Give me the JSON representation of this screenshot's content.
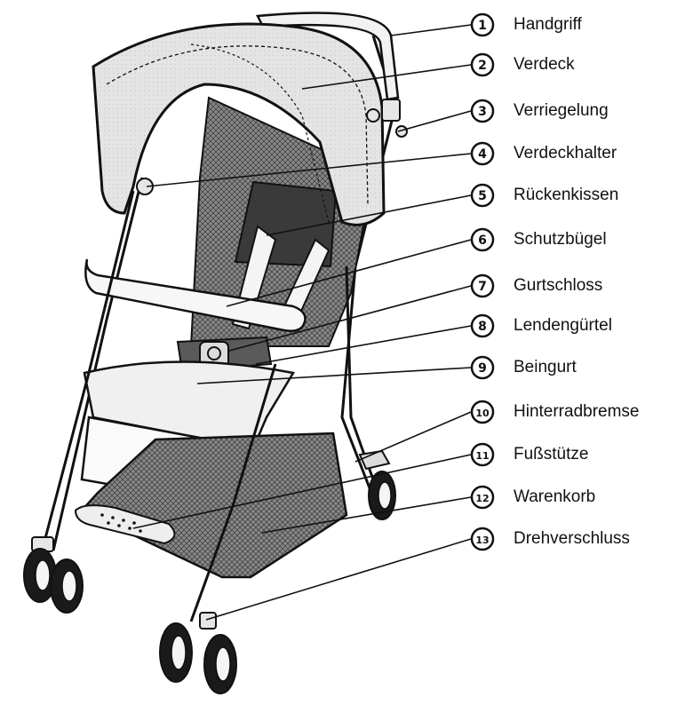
{
  "diagram": {
    "parts": [
      {
        "num": "1",
        "label": "Handgriff"
      },
      {
        "num": "2",
        "label": "Verdeck"
      },
      {
        "num": "3",
        "label": "Verriegelung"
      },
      {
        "num": "4",
        "label": "Verdeckhalter"
      },
      {
        "num": "5",
        "label": "Rückenkissen"
      },
      {
        "num": "6",
        "label": "Schutzbügel"
      },
      {
        "num": "7",
        "label": "Gurtschloss"
      },
      {
        "num": "8",
        "label": "Lendengürtel"
      },
      {
        "num": "9",
        "label": "Beingurt"
      },
      {
        "num": "10",
        "label": "Hinterradbremse"
      },
      {
        "num": "11",
        "label": "Fußstütze"
      },
      {
        "num": "12",
        "label": "Warenkorb"
      },
      {
        "num": "13",
        "label": "Drehverschluss"
      }
    ]
  }
}
